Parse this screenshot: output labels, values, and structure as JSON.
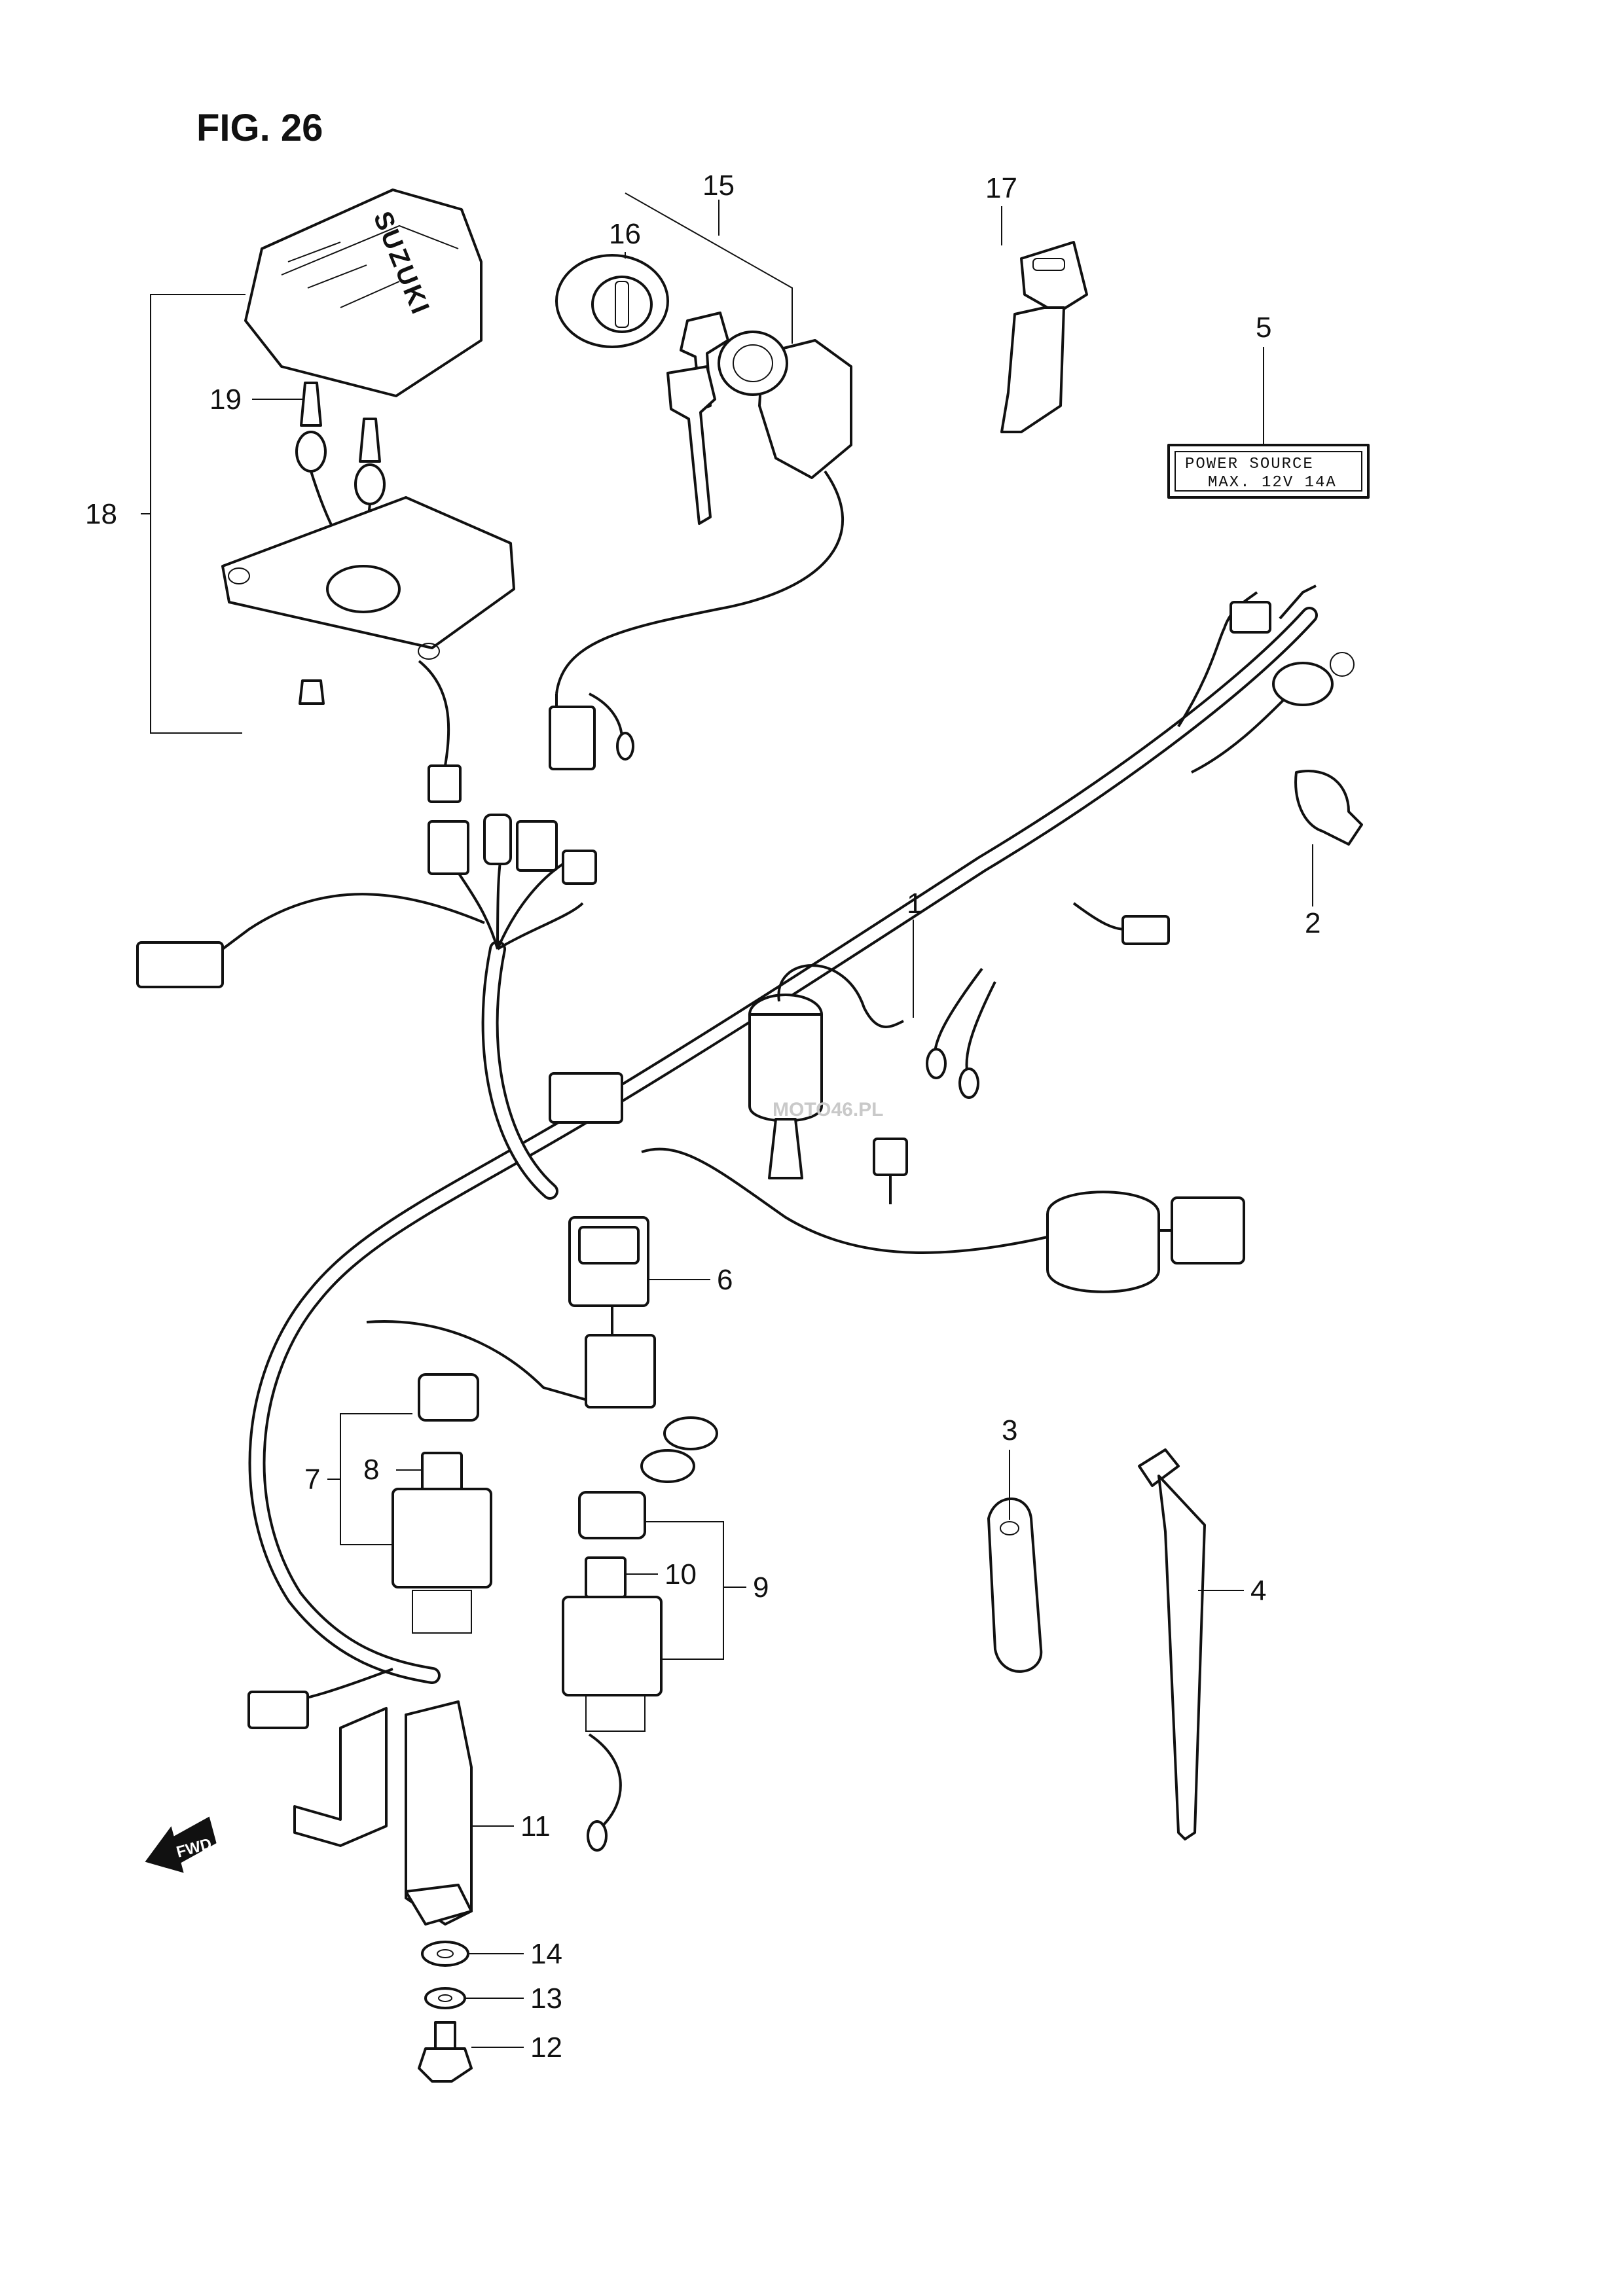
{
  "figure": {
    "title": "FIG. 26"
  },
  "callouts": [
    "1",
    "2",
    "3",
    "4",
    "5",
    "6",
    "7",
    "8",
    "9",
    "10",
    "11",
    "12",
    "13",
    "14",
    "15",
    "16",
    "17",
    "18",
    "19"
  ],
  "warning_label": {
    "line1": "POWER SOURCE",
    "line2": "MAX. 12V 14A"
  },
  "cover_brand": "SUZUKI",
  "fwd_arrow": "FWD",
  "watermark": "MOTO46.PL"
}
